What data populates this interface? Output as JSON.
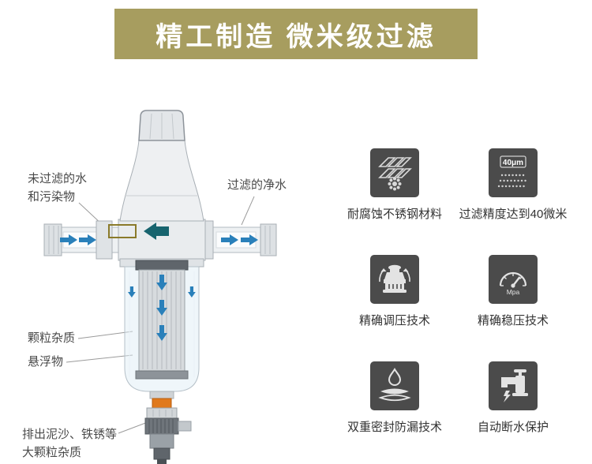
{
  "banner": {
    "title": "精工制造  微米级过滤"
  },
  "colors": {
    "banner_bg": "#a79d5f",
    "flow_arrow_blue": "#2a80ba",
    "turn_arrow_teal": "#17646e",
    "icon_bg": "#4b4b4b",
    "drain_orange": "#e0791c"
  },
  "diagram": {
    "labels": {
      "unfiltered_line1": "未过滤的水",
      "unfiltered_line2": "和污染物",
      "filtered": "过滤的净水",
      "particles": "颗粒杂质",
      "suspended": "悬浮物",
      "drain_line1": "排出泥沙、铁锈等",
      "drain_line2": "大颗粒杂质"
    }
  },
  "features": [
    {
      "label": "耐腐蚀不锈钢材料",
      "icon": "stainless-steel-icon"
    },
    {
      "label": "过滤精度达到40微米",
      "icon": "mesh-40um-icon",
      "badge": "40μm"
    },
    {
      "label": "精确调压技术",
      "icon": "pressure-valve-icon"
    },
    {
      "label": "精确稳压技术",
      "icon": "pressure-gauge-icon",
      "badge": "Mpa"
    },
    {
      "label": "双重密封防漏技术",
      "icon": "double-seal-icon"
    },
    {
      "label": "自动断水保护",
      "icon": "faucet-icon"
    }
  ]
}
